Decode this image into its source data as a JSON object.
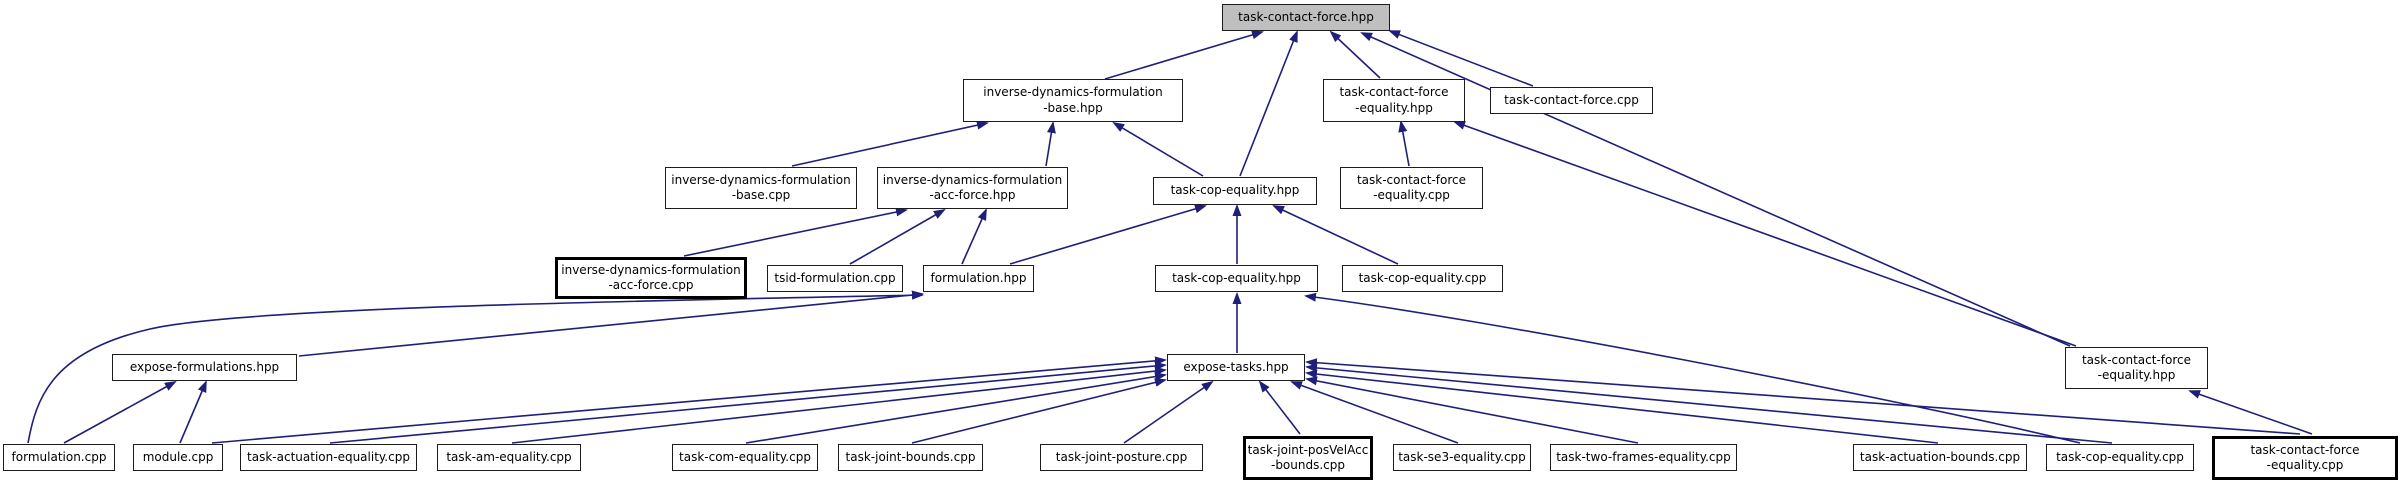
{
  "diagram": {
    "kind": "include-dependency-graph",
    "root_file": "task-contact-force.hpp",
    "colors": {
      "edge": "#1f1f7a",
      "node_fill": "#ffffff",
      "node_border": "#1c1c1c",
      "root_fill": "#bfbfbf",
      "background": "#ffffff"
    }
  },
  "nodes": [
    {
      "label": "task-contact-force.hpp"
    },
    {
      "label": "inverse-dynamics-formulation\n-base.hpp"
    },
    {
      "label": "task-contact-force\n-equality.hpp"
    },
    {
      "label": "task-contact-force.cpp"
    },
    {
      "label": "inverse-dynamics-formulation\n-base.cpp"
    },
    {
      "label": "inverse-dynamics-formulation\n-acc-force.hpp"
    },
    {
      "label": "task-cop-equality.hpp"
    },
    {
      "label": "task-contact-force\n-equality.cpp"
    },
    {
      "label": "inverse-dynamics-formulation\n-acc-force.cpp"
    },
    {
      "label": "tsid-formulation.cpp"
    },
    {
      "label": "formulation.hpp"
    },
    {
      "label": "task-cop-equality.hpp"
    },
    {
      "label": "task-cop-equality.cpp"
    },
    {
      "label": "expose-formulations.hpp"
    },
    {
      "label": "expose-tasks.hpp"
    },
    {
      "label": "task-contact-force\n-equality.hpp"
    },
    {
      "label": "formulation.cpp"
    },
    {
      "label": "module.cpp"
    },
    {
      "label": "task-actuation-equality.cpp"
    },
    {
      "label": "task-am-equality.cpp"
    },
    {
      "label": "task-com-equality.cpp"
    },
    {
      "label": "task-joint-bounds.cpp"
    },
    {
      "label": "task-joint-posture.cpp"
    },
    {
      "label": "task-joint-posVelAcc\n-bounds.cpp"
    },
    {
      "label": "task-se3-equality.cpp"
    },
    {
      "label": "task-two-frames-equality.cpp"
    },
    {
      "label": "task-actuation-bounds.cpp"
    },
    {
      "label": "task-cop-equality.cpp"
    },
    {
      "label": "task-contact-force\n-equality.cpp"
    }
  ]
}
